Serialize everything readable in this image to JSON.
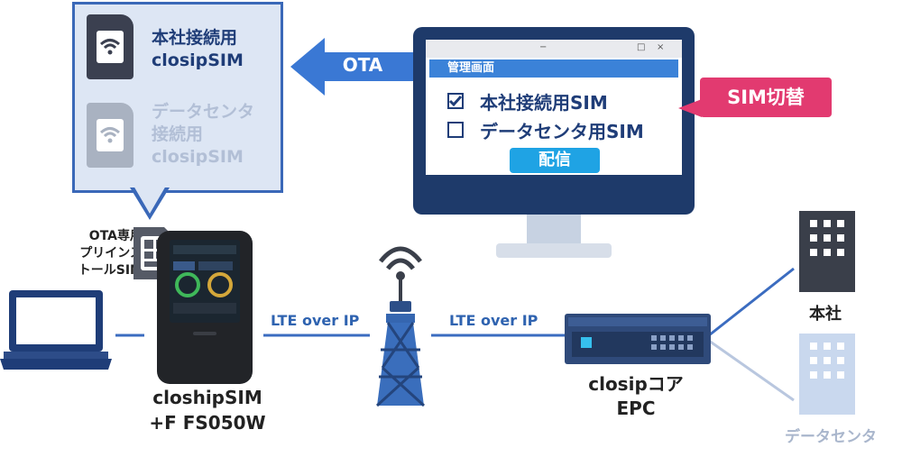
{
  "callout": {
    "main_sim_line1": "本社接続用",
    "main_sim_line2": "closipSIM",
    "dc_sim_line1": "データセンタ",
    "dc_sim_line2": "接続用",
    "dc_sim_line3": "closipSIM"
  },
  "ota_arrow_label": "OTA",
  "window": {
    "min_glyph": "−",
    "max_glyph": "□",
    "close_glyph": "×",
    "title": "管理画面",
    "option1": "本社接続用SIM",
    "option1_checked": true,
    "option2": "データセンタ用SIM",
    "option2_checked": false,
    "deliver_button": "配信"
  },
  "switch_badge": "SIM切替",
  "ota_sim_label": [
    "OTA専用",
    "プリインス",
    "トールSIM"
  ],
  "router": {
    "caption_line1": "closhipSIM",
    "caption_line2": "+F FS050W"
  },
  "link_left": "LTE over IP",
  "link_right": "LTE over IP",
  "epc": {
    "caption_line1": "closipコア",
    "caption_line2": "EPC"
  },
  "hq_label": "本社",
  "datacenter_label": "データセンタ",
  "colors": {
    "navy": "#1f3d78",
    "blue": "#3a68b8",
    "accent_pink": "#e23a70",
    "light_blue": "#1fa3e4",
    "line_blue": "#3b6cc0"
  }
}
